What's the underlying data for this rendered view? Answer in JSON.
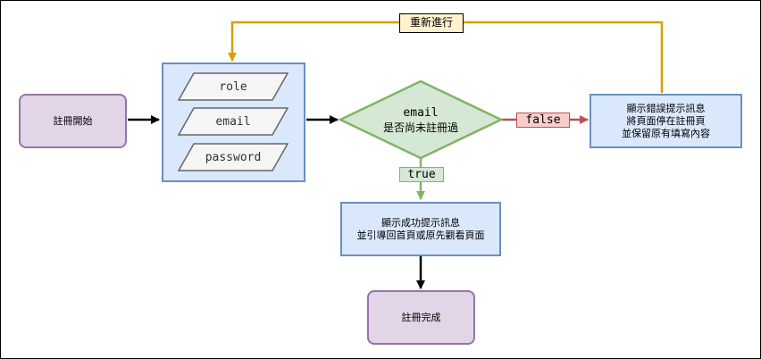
{
  "nodes": {
    "register_start": "註冊開始",
    "input_fields": [
      "role",
      "email",
      "password"
    ],
    "decision": {
      "line1": "email",
      "line2": "是否尚未註冊過"
    },
    "error_message": "顯示錯誤提示訊息\n將頁面停在註冊頁\n並保留原有填寫內容",
    "success_message": "顯示成功提示訊息\n並引導回首頁或原先觀看頁面",
    "register_complete": "註冊完成"
  },
  "edge_labels": {
    "false": "false",
    "true": "true",
    "retry": "重新進行"
  },
  "colors": {
    "terminal_fill": "#e1d5e7",
    "terminal_stroke": "#9673a6",
    "process_fill": "#dae8fc",
    "process_stroke": "#6c8ebf",
    "decision_fill": "#d5e8d4",
    "decision_stroke": "#82b366",
    "false_edge": "#b85450",
    "retry_edge": "#d6a000",
    "parallelogram_fill": "#f5f5f5",
    "parallelogram_stroke": "#666666"
  }
}
